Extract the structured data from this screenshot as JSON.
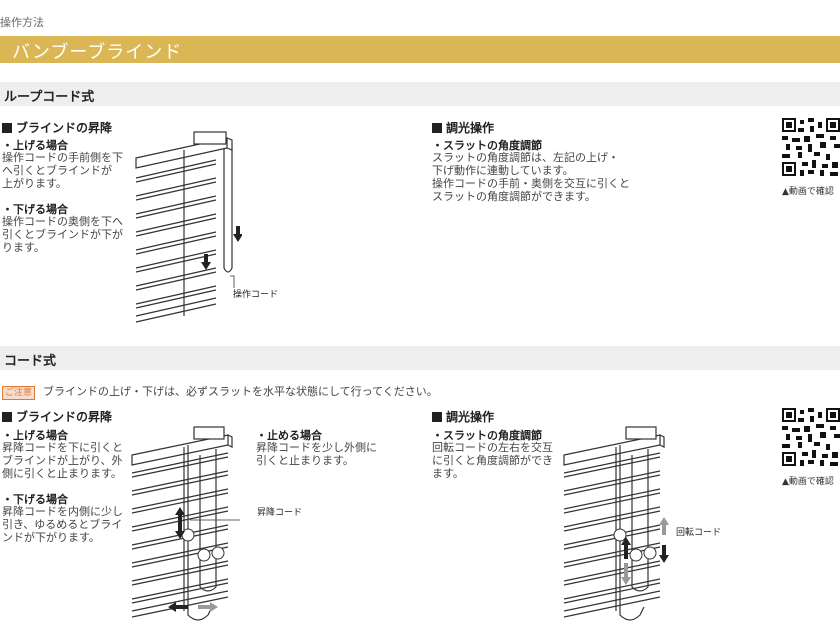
{
  "breadcrumb": "操作方法",
  "title": "バンブーブラインド",
  "sections": [
    {
      "heading": "ループコード式",
      "left": {
        "heading": "ブラインドの昇降",
        "items": [
          {
            "title": "・上げる場合",
            "text": "操作コードの手前側を下\nへ引くとブラインドが\n上がります。"
          },
          {
            "title": "・下げる場合",
            "text": "操作コードの奥側を下へ\n引くとブラインドが下が\nります。"
          }
        ],
        "diagram_label": "操作コード"
      },
      "right": {
        "heading": "調光操作",
        "items": [
          {
            "title": "・スラットの角度調節",
            "text": "スラットの角度調節は、左記の上げ・\n下げ動作に連動しています。\n操作コードの手前・奥側を交互に引くと\nスラットの角度調節ができます。"
          }
        ]
      },
      "qr_caption": "▲動画で確認"
    },
    {
      "heading": "コード式",
      "notice": {
        "badge": "ご注意",
        "text": "ブラインドの上げ・下げは、必ずスラットを水平な状態にして行ってください。"
      },
      "left": {
        "heading": "ブラインドの昇降",
        "items": [
          {
            "title": "・上げる場合",
            "text": "昇降コードを下に引くと\nブラインドが上がり、外\n側に引くと止まります。"
          },
          {
            "title": "・下げる場合",
            "text": "昇降コードを内側に少し\n引き、ゆるめるとブライ\nンドが下がります。"
          },
          {
            "title": "・止める場合",
            "text": "昇降コードを少し外側に\n引くと止まります。"
          }
        ],
        "diagram_label": "昇降コード"
      },
      "right": {
        "heading": "調光操作",
        "items": [
          {
            "title": "・スラットの角度調節",
            "text": "回転コードの左右を交互\nに引くと角度調節ができ\nます。"
          }
        ],
        "diagram_label": "回転コード"
      },
      "qr_caption": "▲動画で確認"
    }
  ],
  "colors": {
    "title_bar": "#dbb654",
    "section_bar": "#eeeeee",
    "notice_badge": "#e07a3a"
  }
}
